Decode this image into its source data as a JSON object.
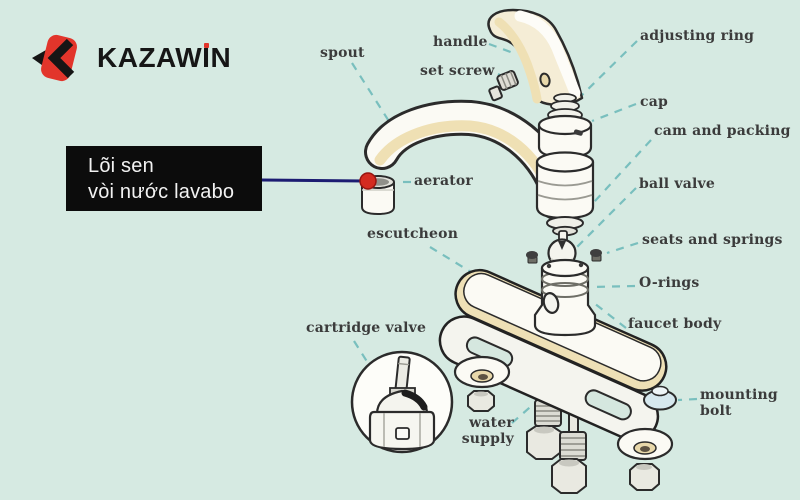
{
  "logo": {
    "brand_prefix": "KAZAW",
    "brand_i": "I",
    "brand_suffix": "N"
  },
  "callout": {
    "line1": "Lõi sen",
    "line2": "vòi nước lavabo"
  },
  "diagram": {
    "labels": [
      {
        "id": "spout",
        "text": "spout"
      },
      {
        "id": "handle",
        "text": "handle"
      },
      {
        "id": "set-screw",
        "text": "set screw"
      },
      {
        "id": "adjusting-ring",
        "text": "adjusting ring"
      },
      {
        "id": "cap",
        "text": "cap"
      },
      {
        "id": "cam-and-packing",
        "text": "cam and packing"
      },
      {
        "id": "ball-valve",
        "text": "ball valve"
      },
      {
        "id": "seats-and-springs",
        "text": "seats and springs"
      },
      {
        "id": "o-rings",
        "text": "O-rings"
      },
      {
        "id": "faucet-body",
        "text": "faucet body"
      },
      {
        "id": "aerator",
        "text": "aerator"
      },
      {
        "id": "escutcheon",
        "text": "escutcheon"
      },
      {
        "id": "cartridge-valve",
        "text": "cartridge valve"
      },
      {
        "id": "water-supply",
        "text": "water\nsupply"
      },
      {
        "id": "mounting-bolt",
        "text": "mounting\nbolt"
      }
    ]
  },
  "colors": {
    "background": "#d6eae2",
    "label_text": "#3b3b3b",
    "leader_dash": "#79bfbe",
    "callout_bg": "#0c0c0c",
    "callout_text": "#f2f2f2",
    "callout_line": "#1c1c72",
    "marker_red": "#d42b20",
    "brand_red": "#e2352b",
    "brand_black": "#161616",
    "part_cream": "#eee0b6",
    "part_white": "#fbfaf4",
    "outline": "#2b2b2b"
  }
}
